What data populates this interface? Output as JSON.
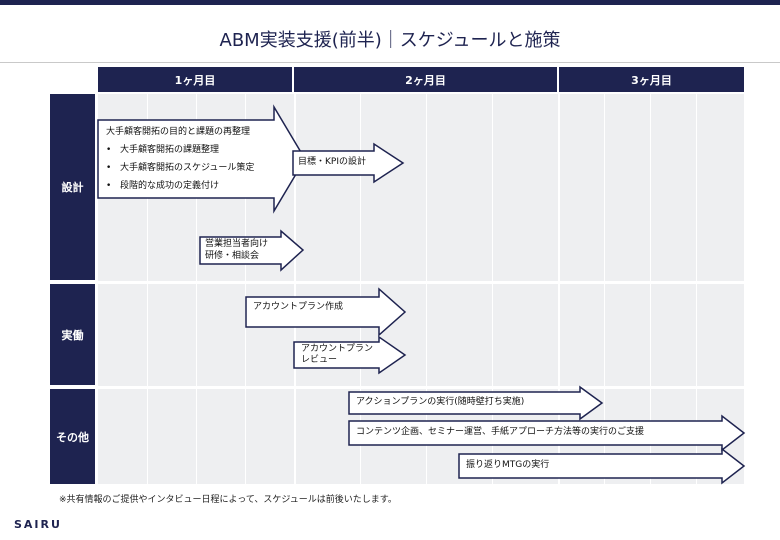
{
  "title": "ABM実装支援(前半)｜スケジュールと施策",
  "months": [
    "1ヶ月目",
    "2ヶ月目",
    "3ヶ月目"
  ],
  "rows": [
    "設計",
    "実働",
    "その他"
  ],
  "tasks": {
    "a1_title": "大手顧客開拓の目的と課題の再整理",
    "a1_bullets": [
      "大手顧客開拓の課題整理",
      "大手顧客開拓のスケジュール策定",
      "段階的な成功の定義付け"
    ],
    "a2": "目標・KPIの設計",
    "a3_line1": "営業担当者向け",
    "a3_line2": "研修・相談会",
    "b1": "アカウントプラン作成",
    "b2_line1": "アカウントプラン",
    "b2_line2": "レビュー",
    "c1": "アクションプランの実行(随時壁打ち実施)",
    "c2": "コンテンツ企画、セミナー運営、手紙アプローチ方法等の実行のご支援",
    "c3": "振り返りMTGの実行"
  },
  "footnote": "※共有情報のご提供やインタビュー日程によって、スケジュールは前後いたします。",
  "logo": "SAIRU",
  "colors": {
    "navy": "#1e2350",
    "grid_bg": "#eeeff1"
  }
}
